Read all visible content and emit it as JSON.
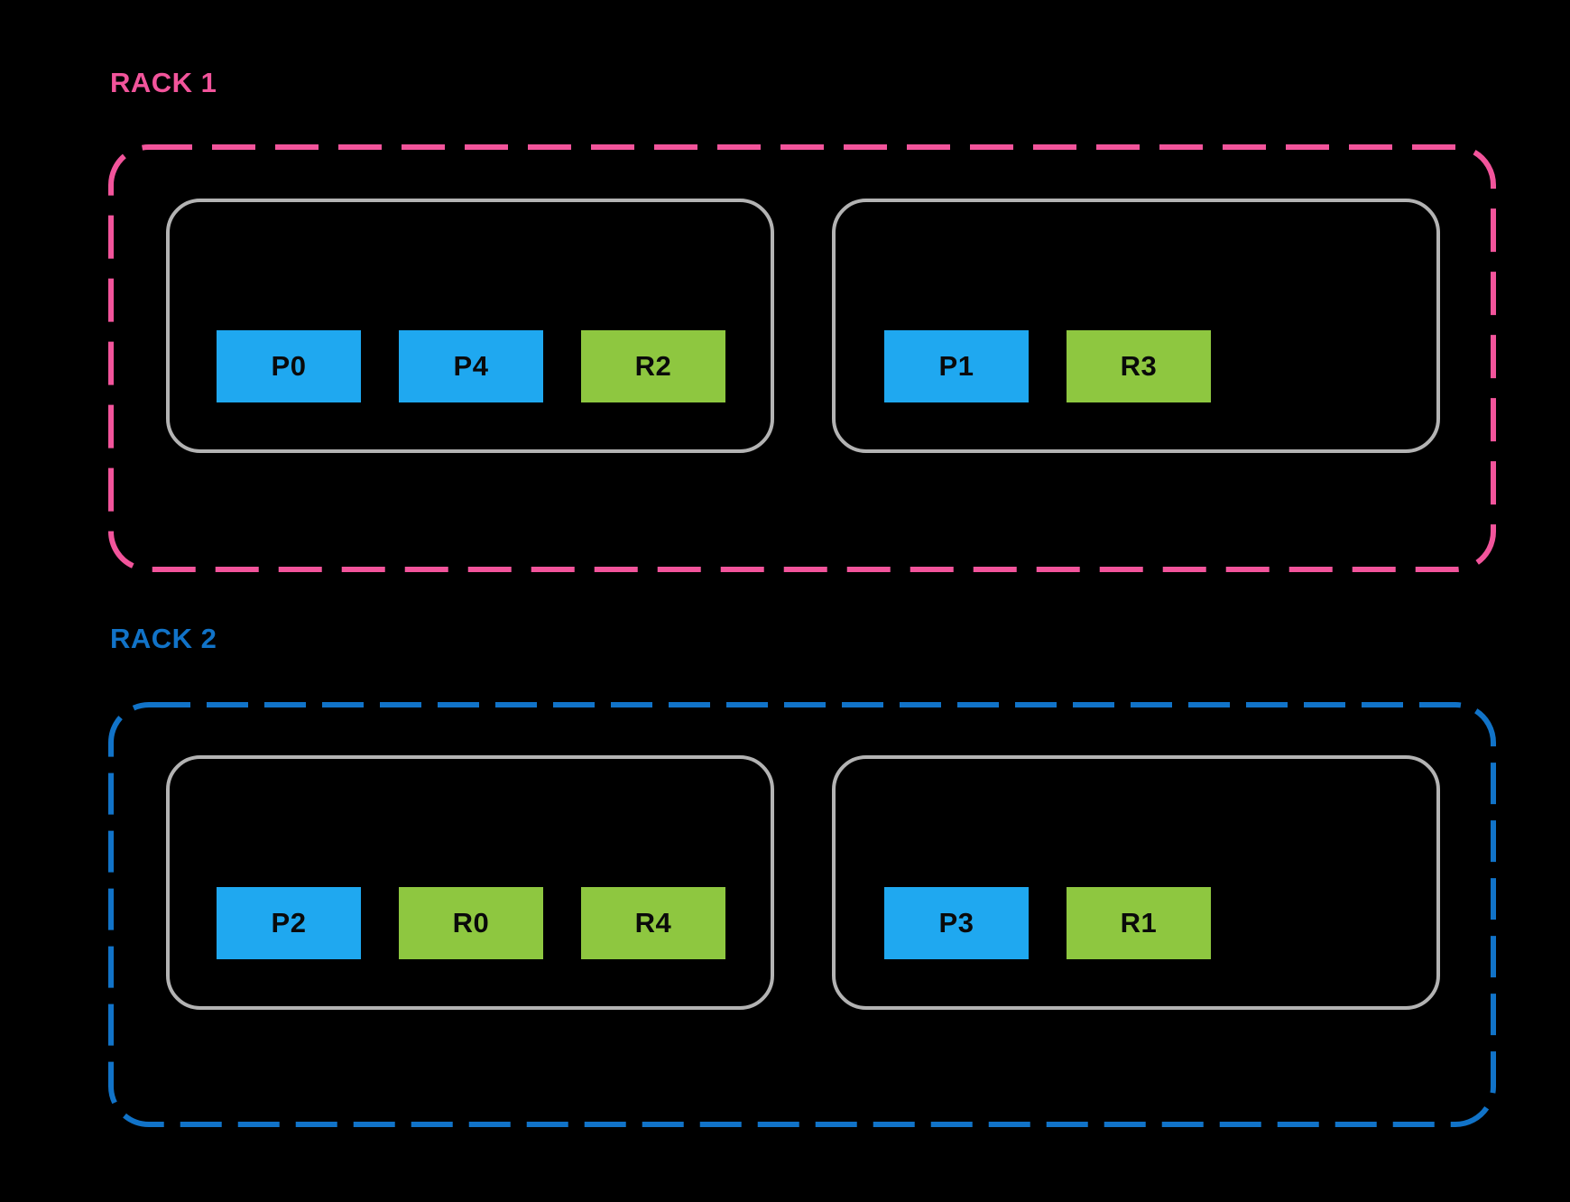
{
  "racks": [
    {
      "label": "RACK 1",
      "accent": "#f2549b",
      "hosts": [
        {
          "nodes": [
            {
              "label": "P0",
              "type": "primary"
            },
            {
              "label": "P4",
              "type": "primary"
            },
            {
              "label": "R2",
              "type": "replica"
            }
          ]
        },
        {
          "nodes": [
            {
              "label": "P1",
              "type": "primary"
            },
            {
              "label": "R3",
              "type": "replica"
            }
          ]
        }
      ]
    },
    {
      "label": "RACK 2",
      "accent": "#1173c8",
      "hosts": [
        {
          "nodes": [
            {
              "label": "P2",
              "type": "primary"
            },
            {
              "label": "R0",
              "type": "replica"
            },
            {
              "label": "R4",
              "type": "replica"
            }
          ]
        },
        {
          "nodes": [
            {
              "label": "P3",
              "type": "primary"
            },
            {
              "label": "R1",
              "type": "replica"
            }
          ]
        }
      ]
    }
  ],
  "colors": {
    "primary_node": "#1fa8f0",
    "replica_node": "#8ec740",
    "rack1_accent": "#f2549b",
    "rack2_accent": "#1173c8",
    "host_border": "#b3b3b3",
    "background": "#000000",
    "node_text": "#0a0a0a"
  }
}
